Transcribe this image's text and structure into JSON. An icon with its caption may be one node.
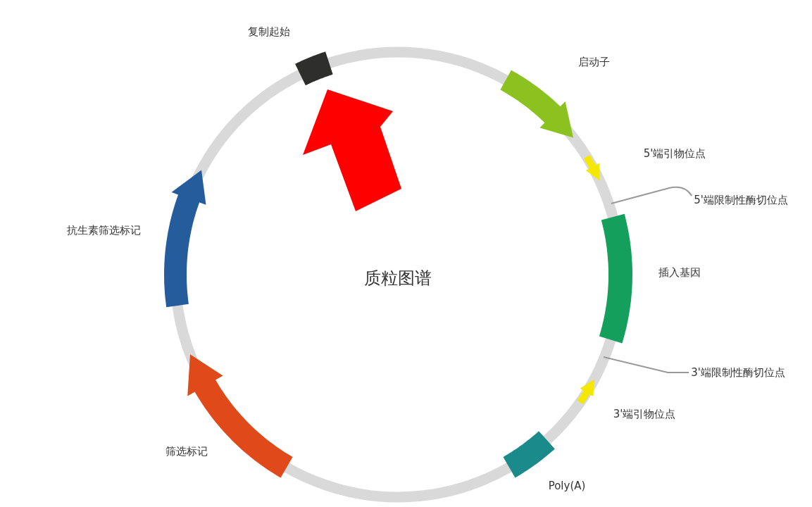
{
  "diagram": {
    "title": "质粒图谱",
    "nodes": [
      {
        "text": [
          "复制起始"
        ]
      },
      {
        "text": [
          "启动子"
        ]
      },
      {
        "text": [
          "5'端引物位点"
        ]
      },
      {
        "text": [
          "5'端限制性酶切位点"
        ]
      },
      {
        "text": [
          "插入基因"
        ]
      },
      {
        "text": [
          "3'端限制性酶切位点"
        ]
      },
      {
        "text": [
          "3'端引物位点"
        ]
      },
      {
        "text": [
          "Poly(A)"
        ]
      },
      {
        "text": [
          "筛选标记"
        ]
      },
      {
        "text": [
          "抗生素筛选标记"
        ]
      }
    ],
    "edges": [
      {
        "from": 3,
        "to": null,
        "arrow": "none"
      },
      {
        "from": 5,
        "to": null,
        "arrow": "none"
      }
    ]
  }
}
